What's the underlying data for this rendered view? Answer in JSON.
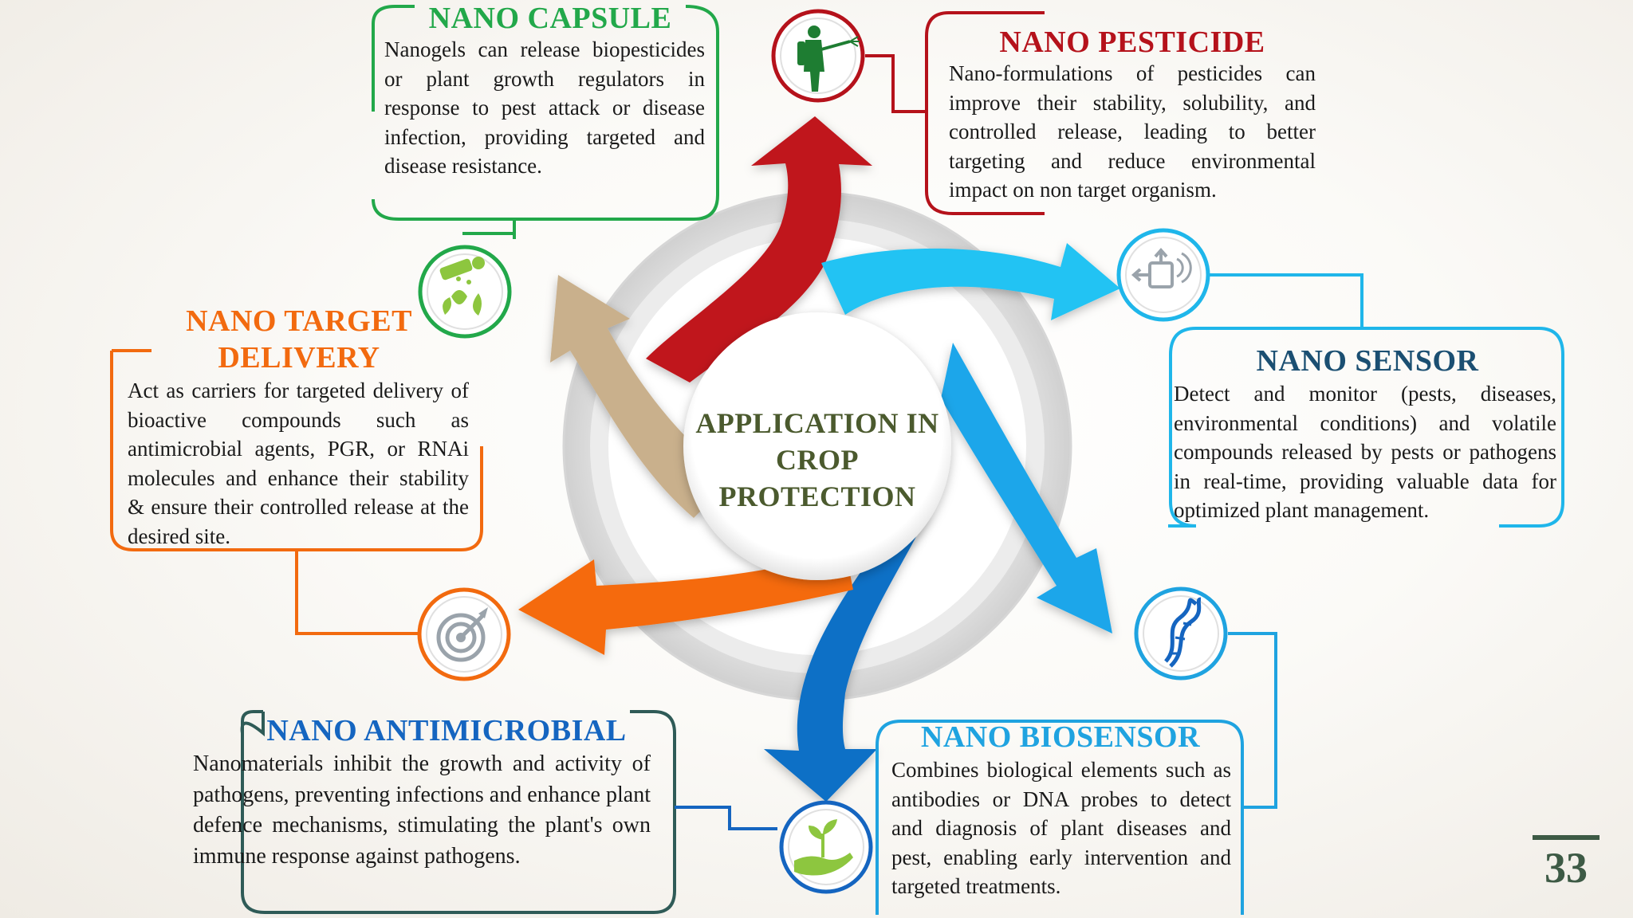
{
  "center": {
    "line1": "APPLICATION IN",
    "line2": "CROP",
    "line3": "PROTECTION"
  },
  "cards": {
    "capsule": {
      "title": "NANO CAPSULE",
      "text": "Nanogels can release biopesticides or plant growth regulators in response to pest attack or disease infection, providing targeted and disease resistance.",
      "color": "#22a84a",
      "icon": "spray-leaf-icon"
    },
    "pesticide": {
      "title": "NANO PESTICIDE",
      "text": "Nano-formulations of pesticides can improve their stability, solubility, and controlled release, leading to better targeting and reduce environmental impact on non target organism.",
      "color": "#b5121b",
      "icon": "sprayer-person-icon"
    },
    "sensor": {
      "title": "NANO SENSOR",
      "text": "Detect and monitor (pests, diseases, environmental conditions) and volatile compounds released by pests or pathogens in real-time, providing valuable data for optimized plant management.",
      "color": "#1fb6ea",
      "icon": "sensor-device-icon"
    },
    "target": {
      "title_line1": "NANO TARGET",
      "title_line2": "DELIVERY",
      "text": "Act as carriers for targeted delivery of bioactive compounds such as antimicrobial agents, PGR, or RNAi molecules and enhance their stability & ensure their controlled release at the desired site.",
      "color": "#f26a0f",
      "icon": "target-arrow-icon"
    },
    "antimicrobial": {
      "title": "NANO ANTIMICROBIAL",
      "text": "Nanomaterials inhibit the growth and activity of pathogens, preventing infections and enhance plant defence mechanisms, stimulating the plant's own immune response against pathogens.",
      "color": "#1565c0",
      "icon": "hand-sprout-icon"
    },
    "biosensor": {
      "title": "NANO BIOSENSOR",
      "text": "Combines biological elements such as antibodies or DNA probes to detect and diagnosis of plant diseases and pest, enabling early intervention and targeted treatments.",
      "color": "#1fa3e0",
      "icon": "dna-icon"
    }
  },
  "page": {
    "number": "33"
  }
}
